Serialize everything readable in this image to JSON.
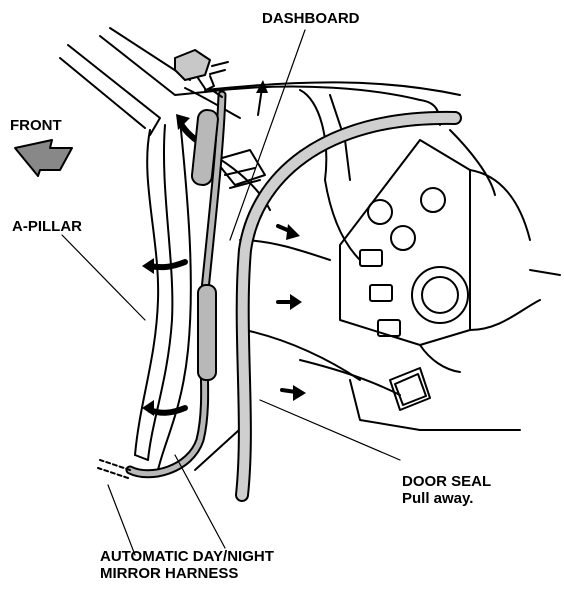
{
  "labels": {
    "dashboard": "DASHBOARD",
    "front": "FRONT",
    "a_pillar": "A-PILLAR",
    "door_seal_line1": "DOOR SEAL",
    "door_seal_line2": "Pull away.",
    "harness_line1": "AUTOMATIC DAY/NIGHT",
    "harness_line2": "MIRROR HARNESS"
  },
  "colors": {
    "line": "#000000",
    "harness_fill": "#b8b8b8",
    "seal_fill": "#cfcfcf",
    "background": "#ffffff"
  }
}
